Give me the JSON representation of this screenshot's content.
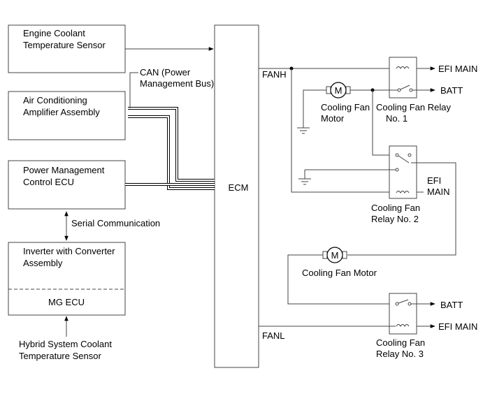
{
  "blocks": {
    "engine_coolant_sensor": [
      "Engine Coolant",
      "Temperature Sensor"
    ],
    "ac_amplifier": [
      "Air Conditioning",
      "Amplifier Assembly"
    ],
    "power_mgmt_ecu": [
      "Power Management",
      "Control ECU"
    ],
    "inverter": [
      "Inverter with Converter",
      "Assembly"
    ],
    "mg_ecu": "MG ECU",
    "hybrid_sensor": [
      "Hybrid System Coolant",
      "Temperature Sensor"
    ],
    "ecm": "ECM"
  },
  "signals": {
    "can_bus": [
      "CAN (Power",
      "Management Bus)"
    ],
    "serial": "Serial Communication",
    "fanh": "FANH",
    "fanl": "FANL"
  },
  "components": {
    "fan_motor_1": [
      "Cooling Fan",
      "Motor"
    ],
    "relay_1": [
      "Cooling Fan Relay",
      "No. 1"
    ],
    "relay_2": [
      "Cooling Fan",
      "Relay No. 2"
    ],
    "efi_main_mid": [
      "EFI",
      "MAIN"
    ],
    "fan_motor_2": "Cooling Fan Motor",
    "relay_3": [
      "Cooling Fan",
      "Relay No. 3"
    ],
    "motor_symbol": "M"
  },
  "terminals": {
    "efi_main_top": "EFI MAIN",
    "batt_top": "BATT",
    "batt_bottom": "BATT",
    "efi_main_bottom": "EFI MAIN"
  }
}
